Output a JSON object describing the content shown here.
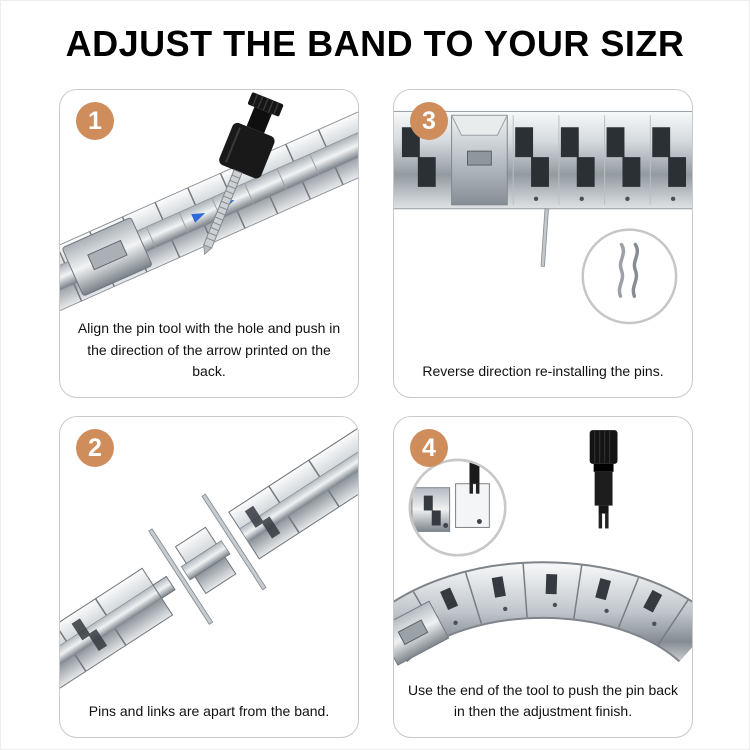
{
  "title": "ADJUST THE BAND TO YOUR SIZR",
  "colors": {
    "accent": "#cf8d5c",
    "panel-border": "#c9c9c9",
    "text": "#1a1a1a",
    "arrow-blue": "#2e6bd6"
  },
  "panels": [
    {
      "number": "1",
      "caption": "Align the pin tool with the hole and push in the direction of the arrow printed on the back."
    },
    {
      "number": "3",
      "caption": "Reverse direction re-installing the pins."
    },
    {
      "number": "2",
      "caption": "Pins and links are apart from the band."
    },
    {
      "number": "4",
      "caption": "Use the end of the tool to push the pin back in then the adjustment finish."
    }
  ]
}
